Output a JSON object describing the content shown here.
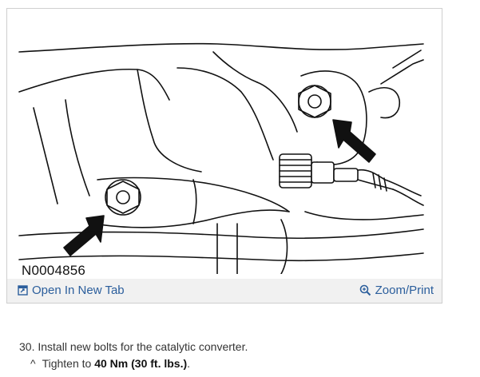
{
  "figure": {
    "id_label": "N0004856",
    "open_tab_label": "Open In New Tab",
    "zoom_print_label": "Zoom/Print"
  },
  "instructions": {
    "step_text": "30. Install new bolts for the catalytic converter.",
    "substep_marker": "^",
    "substep_prefix": "Tighten to ",
    "substep_torque": "40 Nm (30 ft. lbs.)",
    "substep_suffix": "."
  },
  "icons": {
    "open_tab": "open-in-new-tab-icon",
    "zoom": "magnifier-zoom-icon"
  },
  "colors": {
    "link": "#2b5e9c",
    "action_bar": "#f1f1f1"
  }
}
